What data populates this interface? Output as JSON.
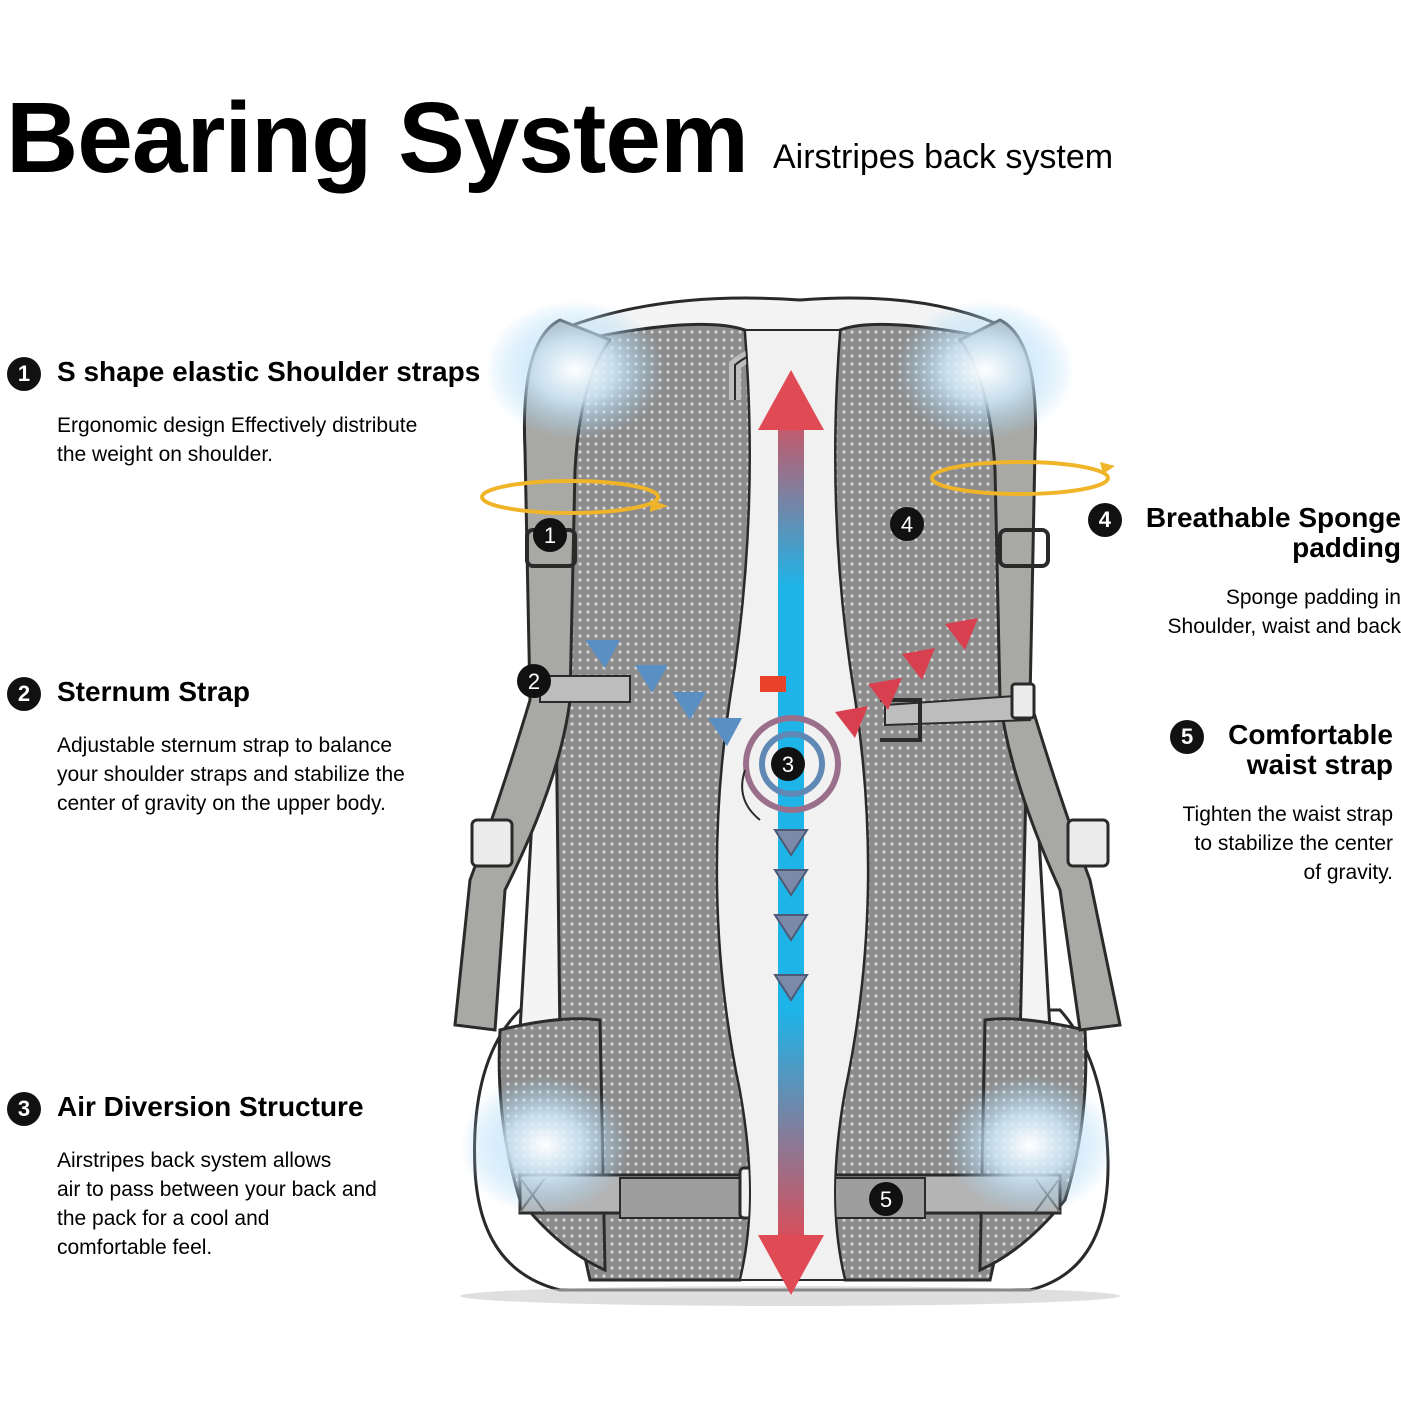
{
  "header": {
    "title": "Bearing System",
    "subtitle": "Airstripes back system"
  },
  "features": [
    {
      "number": "1",
      "title": "S shape elastic Shoulder straps",
      "description": "Ergonomic design Effectively distribute\nthe weight on shoulder."
    },
    {
      "number": "2",
      "title": "Sternum Strap",
      "description": "Adjustable sternum strap to balance\nyour shoulder straps and stabilize the\ncenter of gravity on the upper body."
    },
    {
      "number": "3",
      "title": "Air Diversion Structure",
      "description": "Airstripes back system allows\nair to pass between your back and\nthe pack for a cool and\ncomfortable feel."
    },
    {
      "number": "4",
      "title": "Breathable Sponge\npadding",
      "description": "Sponge padding in\nShoulder, waist and back"
    },
    {
      "number": "5",
      "title": "Comfortable\nwaist strap",
      "description": "Tighten the waist strap\nto stabilize the center\nof gravity."
    }
  ],
  "markers": [
    "1",
    "2",
    "3",
    "4",
    "5"
  ],
  "colors": {
    "airflow_warm": "#e04a55",
    "airflow_cool": "#1eb4e8",
    "arrow_blue": "#5a8fc4",
    "arrow_red": "#d9404f",
    "rotation_ring": "#f0b429",
    "mesh": "#8c8c8c",
    "strap": "#a8a8a4"
  },
  "icons": [
    "airflow-arrow-icon",
    "rotation-ring-icon",
    "swirl-icon",
    "buckle-icon"
  ]
}
